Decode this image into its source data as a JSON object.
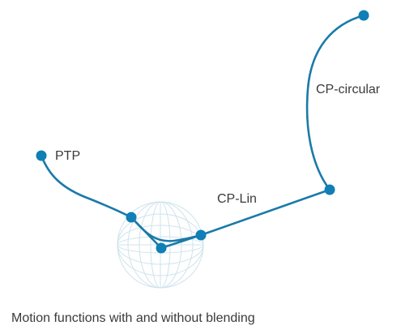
{
  "diagram": {
    "labels": {
      "ptp": "PTP",
      "cp_lin": "CP-Lin",
      "cp_circular": "CP-circular"
    },
    "caption": "Motion functions with and without blending",
    "colors": {
      "path": "#1a7aa8",
      "point": "#0f7fb5",
      "sphere_grid": "#cfe3ec",
      "text": "#3a3a3a"
    },
    "icons": [
      "blending-sphere-icon"
    ]
  }
}
